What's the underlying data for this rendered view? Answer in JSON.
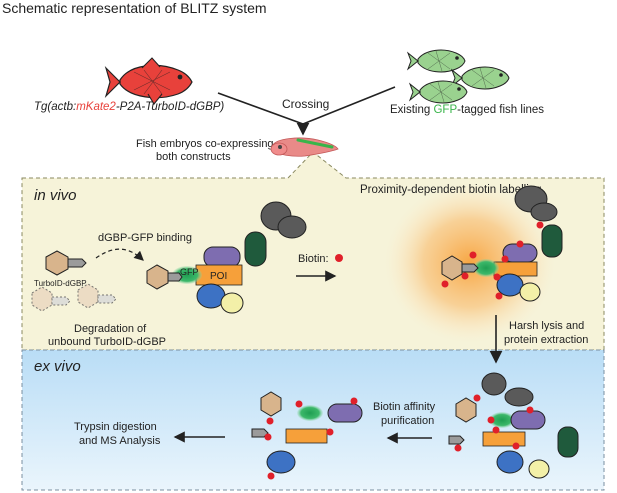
{
  "title": "Schematic representation of BLITZ system",
  "fish_left": {
    "label_prefix": "Tg(actb:",
    "label_highlight": "mKate2",
    "label_suffix": "-P2A-TurboID-dGBP)",
    "highlight_color": "#e8413b"
  },
  "fish_right": {
    "label_prefix": "Existing ",
    "label_highlight": "GFP",
    "label_suffix": "-tagged fish lines",
    "highlight_color": "#39b54a"
  },
  "crossing_label": "Crossing",
  "embryo_label": [
    "Fish embryos co-expressing",
    "both constructs"
  ],
  "in_vivo": {
    "heading": "in vivo",
    "turboid_label": "TurboID-dGBP",
    "binding_label": "dGBP-GFP binding",
    "gfp_label": "GFP",
    "poi_label": "POI",
    "degradation_label": [
      "Degradation of",
      "unbound TurboID-dGBP"
    ],
    "biotin_label": "Biotin:",
    "proximity_label": "Proximity-dependent biotin labelling"
  },
  "transition_label": [
    "Harsh lysis and",
    "protein extraction"
  ],
  "ex_vivo": {
    "heading": "ex vivo",
    "affinity_label": [
      "Biotin affinity",
      "purification"
    ],
    "ms_label": [
      "Trypsin digestion",
      "and MS Analysis"
    ]
  },
  "colors": {
    "panel_in_vivo": "#f6f3d9",
    "panel_ex_vivo": "#cfe8f8",
    "turboid": "#d8b48c",
    "dgbp": "#9b9b9b",
    "gfp": "#3cb86a",
    "poi": "#f6a03a",
    "purple_protein": "#7e6db0",
    "blue_protein": "#3d72c4",
    "yellow_protein": "#f3f0a8",
    "dark_green_protein": "#1f5a3c",
    "dark_gray_protein": "#5a5a5a",
    "biotin": "#e0202a",
    "glow": "#f7a23b"
  }
}
